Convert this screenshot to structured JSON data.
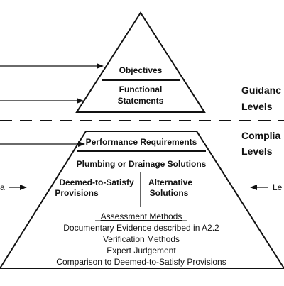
{
  "diagram": {
    "top_pyramid": {
      "objectives": "Objectives",
      "functional_line1": "Functional",
      "functional_line2": "Statements"
    },
    "bottom_pyramid": {
      "performance": "Performance Requirements",
      "solutions": "Plumbing or Drainage Solutions",
      "dts_line1": "Deemed-to-Satisfy",
      "dts_line2": "Provisions",
      "alt_line1": "Alternative",
      "alt_line2": "Solutions",
      "assessment_title": "Assessment Methods",
      "assessment_items": [
        "Documentary Evidence described in A2.2",
        "Verification Methods",
        "Expert Judgement",
        "Comparison to Deemed-to-Satisfy Provisions"
      ]
    },
    "side_labels": {
      "guidance_line1": "Guidanc",
      "guidance_line2": "Levels",
      "compliance_line1": "Complia",
      "compliance_line2": "Levels",
      "left_cut": "a",
      "right_cut": "Le"
    }
  }
}
